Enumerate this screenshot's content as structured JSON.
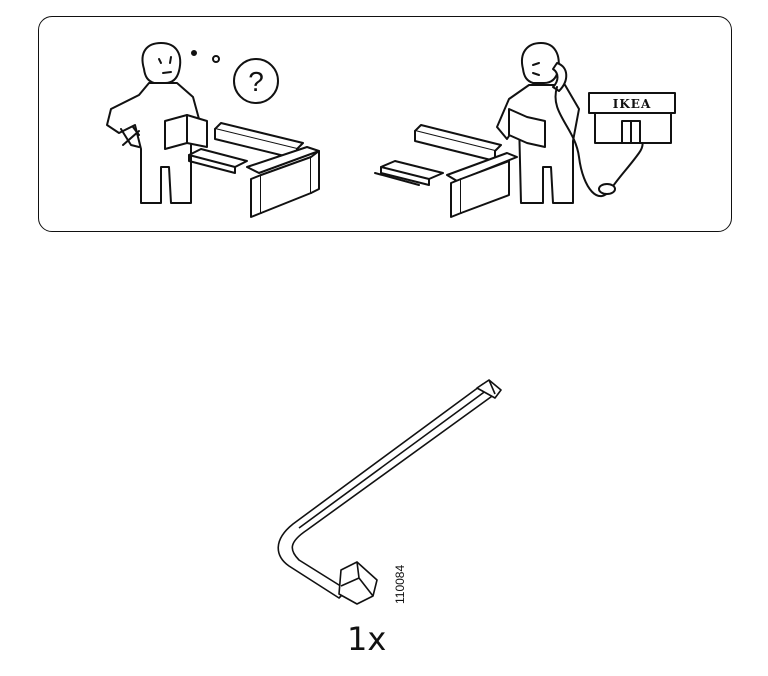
{
  "panel": {
    "sign_text": "IKEA",
    "question_mark": "?"
  },
  "part": {
    "code": "110084",
    "quantity": "1x"
  }
}
